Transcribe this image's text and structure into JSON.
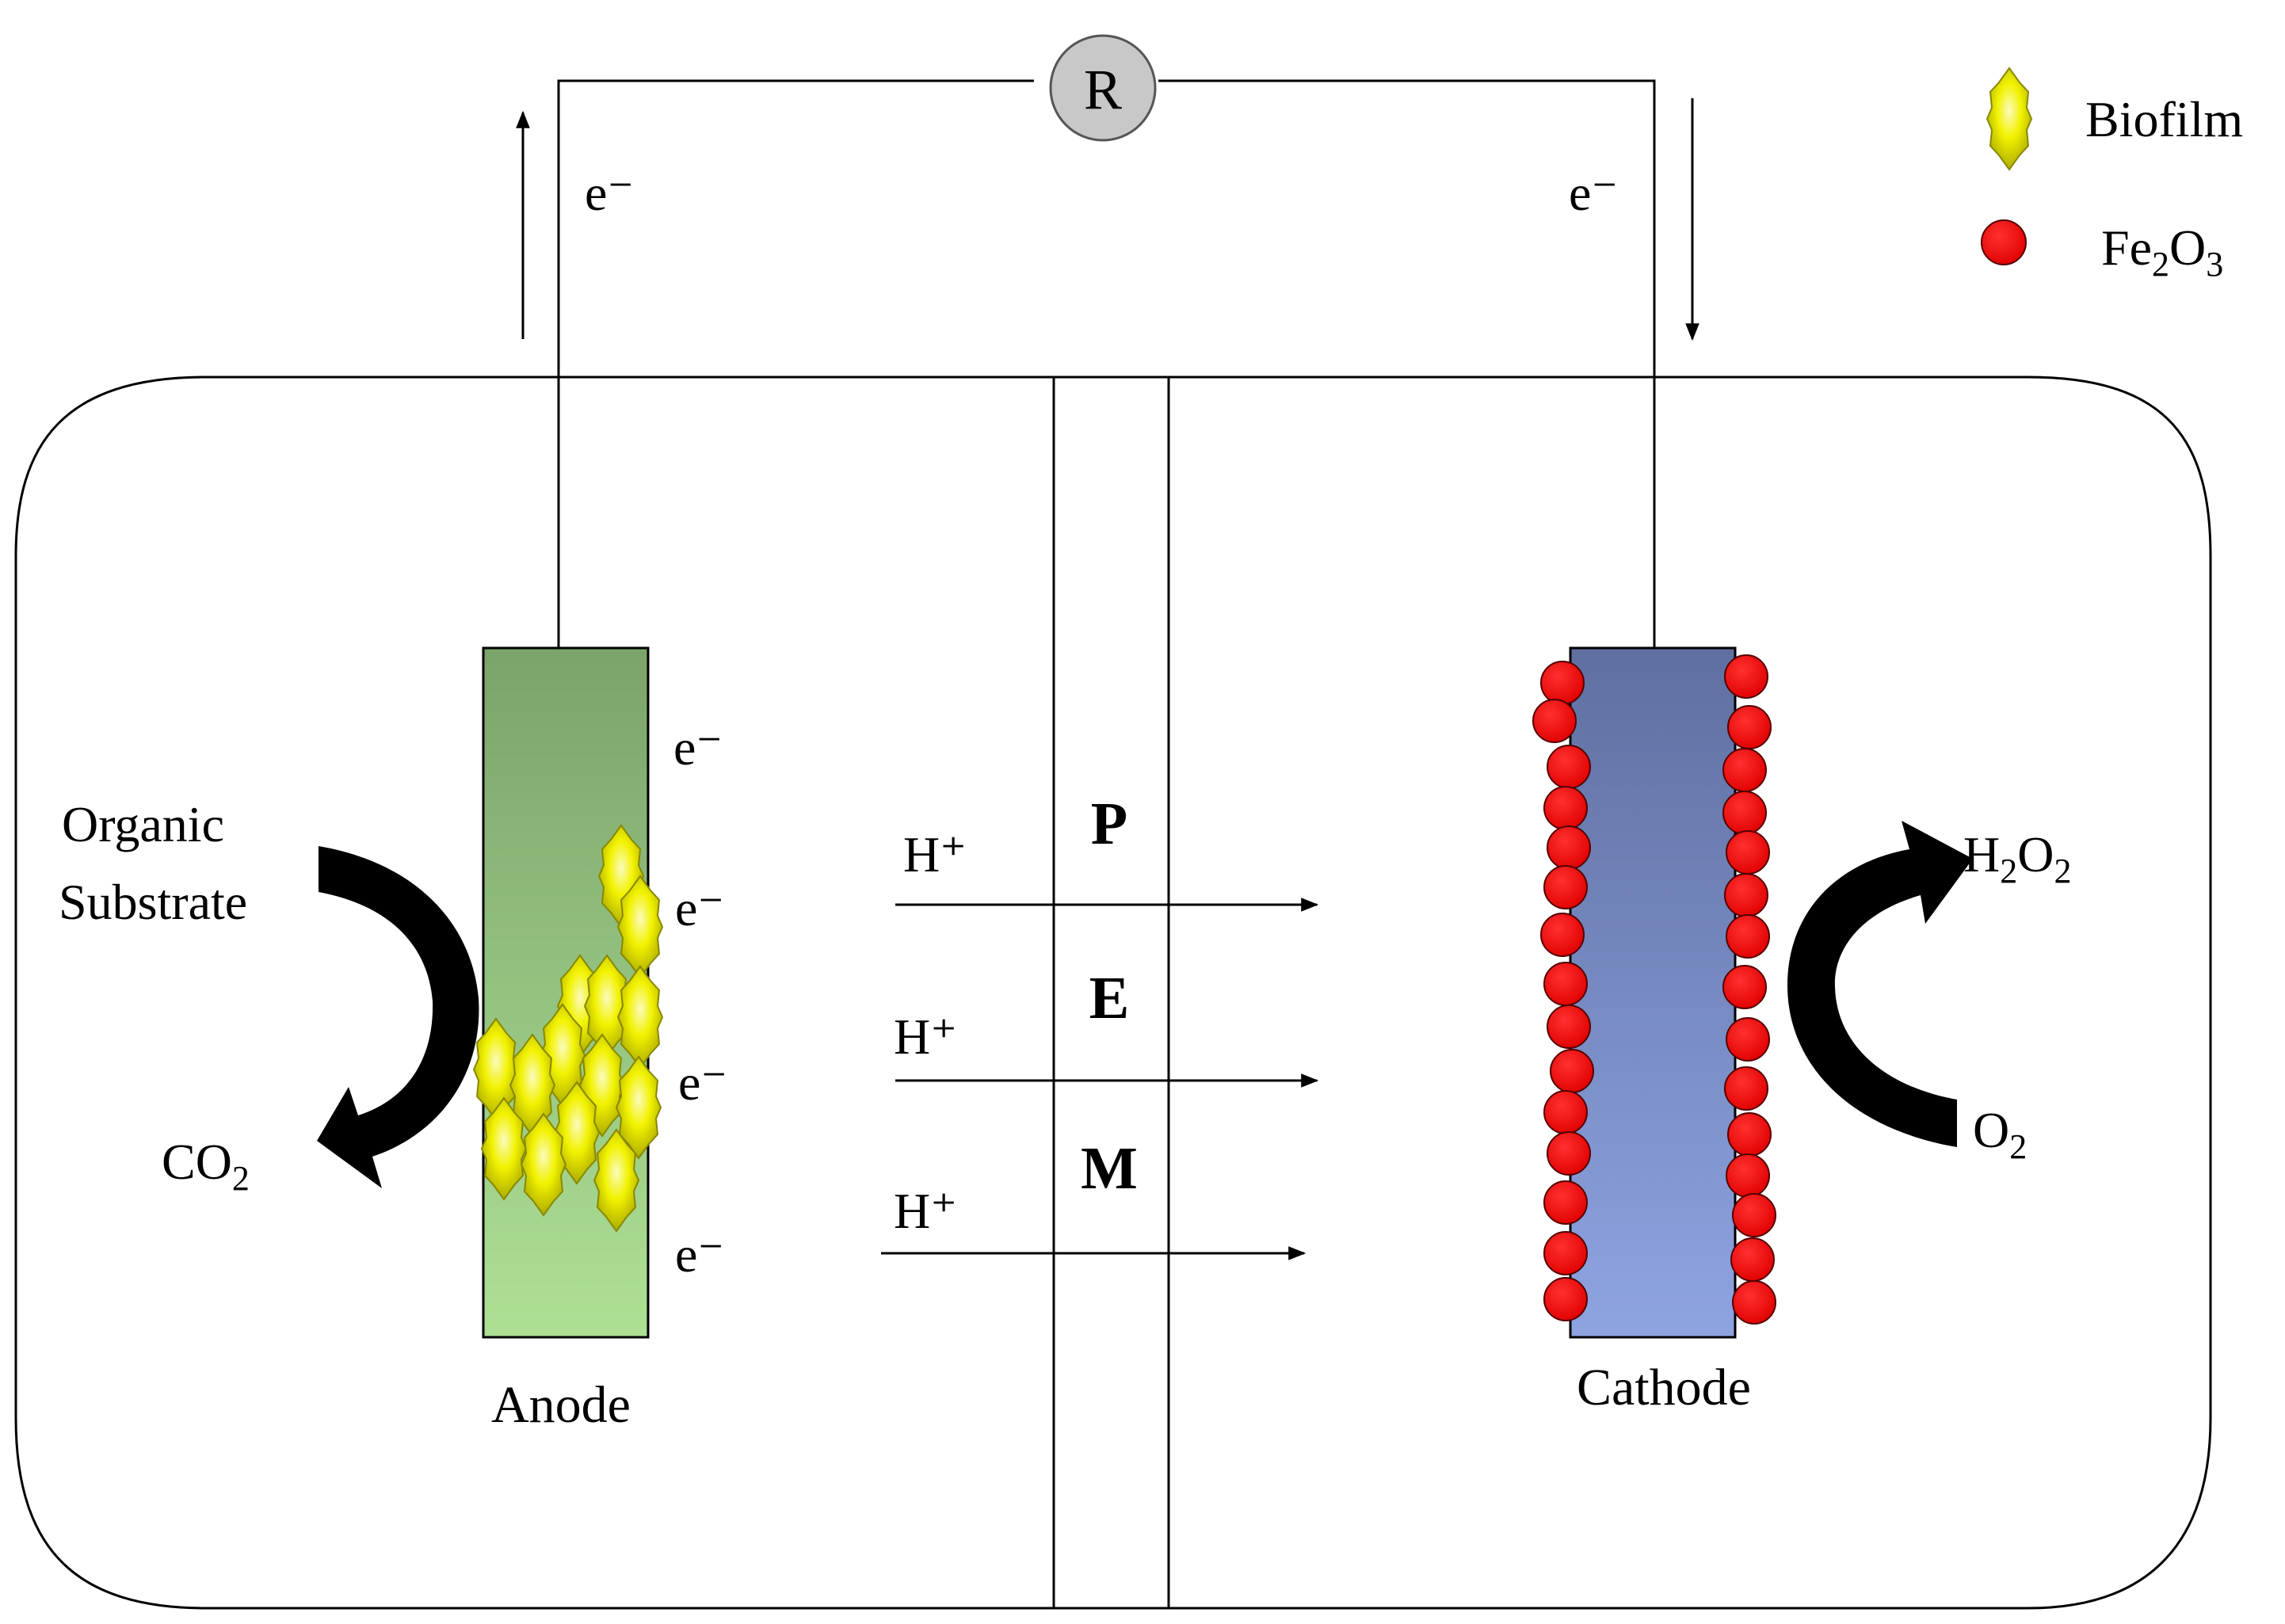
{
  "resistor": {
    "label": "R"
  },
  "external_circuit": {
    "anode_electron": "e⁻",
    "cathode_electron": "e⁻"
  },
  "legend": {
    "biofilm_label": "Biofilm",
    "fe2o3_base": "Fe",
    "fe2o3_sub1": "2",
    "fe2o3_mid": "O",
    "fe2o3_sub2": "3"
  },
  "anode": {
    "label": "Anode",
    "electrons": [
      "e⁻",
      "e⁻",
      "e⁻",
      "e⁻"
    ],
    "substrate_line1": "Organic",
    "substrate_line2": "Substrate",
    "product_base": "CO",
    "product_sub": "2"
  },
  "membrane": {
    "letters": [
      "P",
      "E",
      "M"
    ],
    "protons": [
      "H⁺",
      "H⁺",
      "H⁺"
    ]
  },
  "cathode": {
    "label": "Cathode",
    "reactant_base": "O",
    "reactant_sub": "2",
    "product_h": "H",
    "product_sub1": "2",
    "product_o": "O",
    "product_sub2": "2"
  },
  "colors": {
    "anode_top": "#7aa46a",
    "anode_bottom": "#aee094",
    "cathode_top": "#5f6fa0",
    "cathode_bottom": "#8ea4e2",
    "fe2o3": "#ee0000",
    "biofilm_edge": "#888800",
    "resistor_fill": "#c8c8c8"
  }
}
